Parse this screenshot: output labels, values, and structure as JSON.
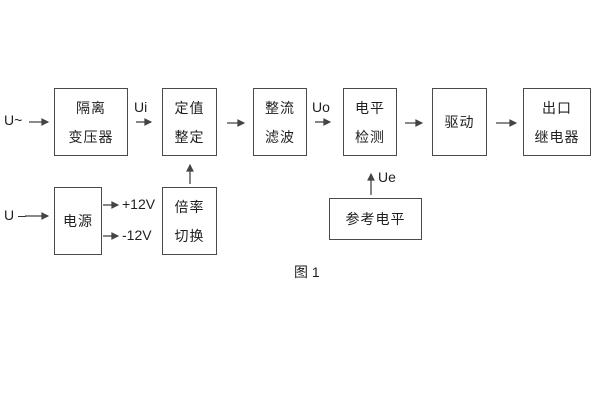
{
  "figure": {
    "caption": "图 1",
    "boxes": {
      "isolation_transformer": {
        "line1": "隔离",
        "line2": "变压器"
      },
      "value_setting": {
        "line1": "定值",
        "line2": "整定"
      },
      "rectify_filter": {
        "line1": "整流",
        "line2": "滤波"
      },
      "level_detect": {
        "line1": "电平",
        "line2": "检测"
      },
      "drive": {
        "line1": "驱动"
      },
      "output_relay": {
        "line1": "出口",
        "line2": "继电器"
      },
      "power": {
        "line1": "电源"
      },
      "ratio_switch": {
        "line1": "倍率",
        "line2": "切换"
      },
      "reference_level": {
        "line1": "参考电平"
      }
    },
    "signals": {
      "ac_input": "U~",
      "dc_input": "U –",
      "ui": "Ui",
      "uo": "Uo",
      "ue": "Ue",
      "plus_12v": "+12V",
      "minus_12v": "-12V"
    },
    "colors": {
      "line": "#444444",
      "text": "#1f1f1f",
      "background": "#ffffff"
    }
  }
}
